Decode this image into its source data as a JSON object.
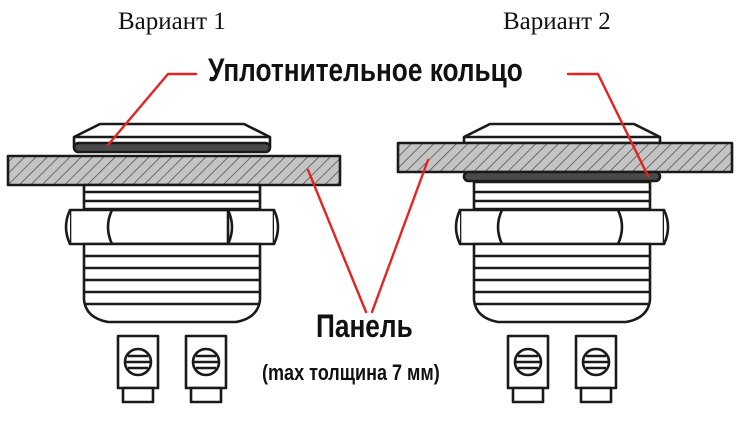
{
  "labels": {
    "variant1": "Вариант 1",
    "variant2": "Вариант 2",
    "sealing_ring": "Уплотнительное кольцо",
    "panel": "Панель",
    "panel_note": "(max толщина 7 мм)"
  },
  "colors": {
    "leader_line": "#e52421",
    "outline": "#1a1a1a",
    "panel_fill": "#bdbdbd",
    "ring_fill": "#4a4a4a"
  }
}
